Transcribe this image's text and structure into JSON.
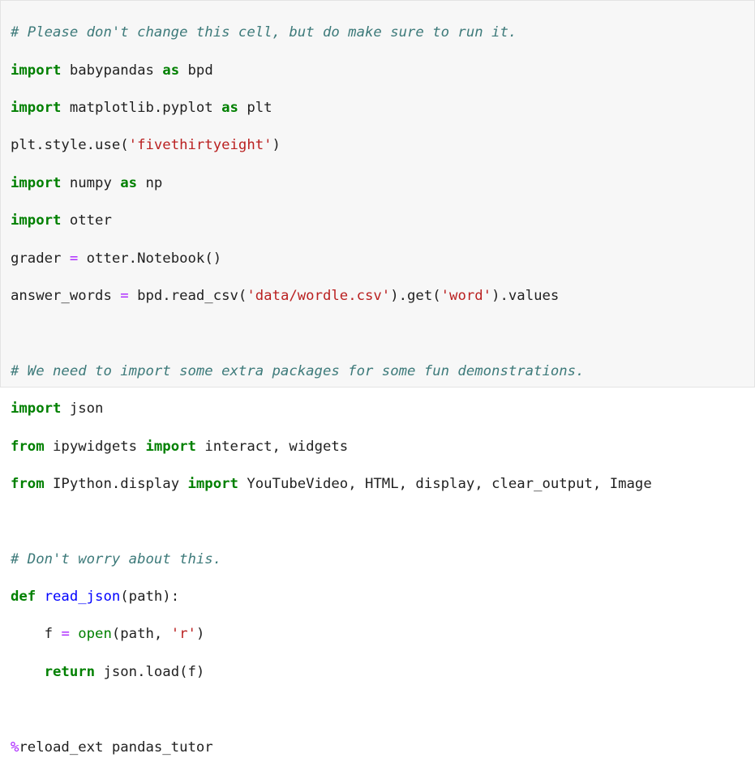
{
  "cell": {
    "lines": [
      {
        "t": "# Please don't change this cell, but do make sure to run it."
      },
      {
        "a": "import",
        "b": " babypandas ",
        "c": "as",
        "d": " bpd"
      },
      {
        "a": "import",
        "b": " matplotlib.pyplot ",
        "c": "as",
        "d": " plt"
      },
      {
        "a": "plt.style.use(",
        "b": "'fivethirtyeight'",
        "c": ")"
      },
      {
        "a": "import",
        "b": " numpy ",
        "c": "as",
        "d": " np"
      },
      {
        "a": "import",
        "b": " otter"
      },
      {
        "a": "grader ",
        "b": "=",
        "c": " otter.Notebook()"
      },
      {
        "a": "answer_words ",
        "b": "=",
        "c": " bpd.read_csv(",
        "d": "'data/wordle.csv'",
        "e": ").get(",
        "f": "'word'",
        "g": ").values"
      },
      {},
      {
        "t": "# We need to import some extra packages for some fun demonstrations."
      },
      {
        "a": "import",
        "b": " json"
      },
      {
        "a": "from",
        "b": " ipywidgets ",
        "c": "import",
        "d": " interact, widgets"
      },
      {
        "a": "from",
        "b": " IPython.display ",
        "c": "import",
        "d": " YouTubeVideo, HTML, display, clear_output, Image"
      },
      {},
      {
        "t": "# Don't worry about this."
      },
      {
        "a": "def",
        "b": " ",
        "c": "read_json",
        "d": "(path):"
      },
      {
        "a": "    f ",
        "b": "=",
        "c": " ",
        "d": "open",
        "e": "(path, ",
        "f": "'r'",
        "g": ")"
      },
      {
        "a": "    ",
        "b": "return",
        "c": " json.load(f)"
      },
      {},
      {
        "a": "%",
        "b": "reload_ext pandas_tutor"
      }
    ]
  }
}
